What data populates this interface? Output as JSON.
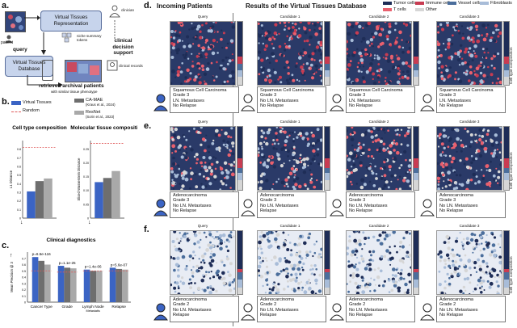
{
  "panels": {
    "a": "a.",
    "b": "b.",
    "c": "c.",
    "d": "d.",
    "e": "e.",
    "f": "f."
  },
  "panel_a": {
    "patient": "patient",
    "vt_representation": "Virtual Tissues Representation",
    "niche_tokens": "niche summary tokens",
    "clinician": "clinician",
    "clinical_decision_support": "clinical decision support",
    "query": "query",
    "vt_database": "Virtual Tissues Database",
    "clinical_records": "clinical records",
    "retrieved": "retrieved archival patients",
    "similar_phenotype": "with similar tissue phenotype"
  },
  "panel_b": {
    "legend": {
      "virtual_tissues": "Virtual Tissues",
      "random": "Random",
      "ca_mae": "CA-MAE",
      "ca_mae_ref": "(Kraus et al., 2024)",
      "resnet": "ResNet",
      "resnet_ref": "(Sorin et al., 2023)"
    },
    "colors": {
      "virtual_tissues": "#3b64c4",
      "ca_mae": "#6e6e6e",
      "resnet": "#a9a9a9",
      "random": "#e05a5a"
    }
  },
  "chart_data": [
    {
      "type": "bar",
      "title": "Cell type composition",
      "ylabel": "L1 Distance",
      "categories": [
        "Virtual Tissues",
        "CA-MAE",
        "ResNet"
      ],
      "values": [
        0.31,
        0.43,
        0.46
      ],
      "random_baseline": 0.82,
      "ylim": [
        0,
        0.9
      ],
      "yticks": [
        "0",
        "0.1",
        "0.2",
        "0.3",
        "0.4",
        "0.5",
        "0.6",
        "0.7",
        "0.8"
      ]
    },
    {
      "type": "bar",
      "title": "Molecular tissue composition",
      "ylabel": "Sliced Wasserstein Distance",
      "categories": [
        "Virtual Tissues",
        "CA-MAE",
        "ResNet"
      ],
      "values": [
        0.13,
        0.145,
        0.17
      ],
      "random_baseline": 0.27,
      "ylim": [
        0,
        0.28
      ],
      "yticks": [
        "0",
        "0.05",
        "0.10",
        "0.15",
        "0.20",
        "0.25"
      ]
    },
    {
      "type": "bar",
      "title": "Clinical diagnostics",
      "ylabel": "Mean Precision @ 3",
      "categories": [
        "Cancer Type",
        "Grade",
        "Lymph Node Metastatis",
        "Relapse"
      ],
      "series": [
        {
          "name": "Virtual Tissues",
          "values": [
            0.72,
            0.58,
            0.52,
            0.55
          ]
        },
        {
          "name": "CA-MAE",
          "values": [
            0.66,
            0.55,
            0.5,
            0.53
          ]
        },
        {
          "name": "ResNet",
          "values": [
            0.6,
            0.54,
            0.5,
            0.52
          ]
        }
      ],
      "random_baseline": [
        0.5,
        0.48,
        0.5,
        0.5
      ],
      "pvalues": [
        "p=6.5e-116",
        "p=1.1e-25",
        "p=1.4e-06",
        "p=5.6e-07"
      ],
      "ylim": [
        0,
        0.8
      ],
      "yticks": [
        "0",
        "0.1",
        "0.2",
        "0.3",
        "0.4",
        "0.5",
        "0.6",
        "0.7"
      ]
    }
  ],
  "header_d": {
    "incoming": "Incoming Patients",
    "results": "Results of the Virtual Tissues Database",
    "query": "Query",
    "cand1": "Candidate 1",
    "cand2": "Candidate 2",
    "cand3": "Candidate 3",
    "side": "Cell type composition"
  },
  "legend_d": [
    {
      "label": "Tumor cells",
      "color": "#1e2d57"
    },
    {
      "label": "Immune cells",
      "color": "#c83c52"
    },
    {
      "label": "Vessel cells",
      "color": "#4b6e9c"
    },
    {
      "label": "Fibroblasts",
      "color": "#a8bcd8"
    },
    {
      "label": "T cells",
      "color": "#e9606e"
    },
    {
      "label": "Other",
      "color": "#d6d6d6"
    }
  ],
  "rows": [
    {
      "query": [
        "Squamous Cell Carcinoma",
        "Grade 3",
        "LN. Metastases",
        "No Relapse"
      ],
      "c1": [
        "Squamous Cell Carcinoma",
        "Grade 3",
        "No LN. Metastases",
        "No Relapse"
      ],
      "c2": [
        "Squamous Cell Carcinoma",
        "Grade 3",
        "LN. Metastases",
        "No Relapse"
      ],
      "c3": [
        "Squamous Cell Carcinoma",
        "Grade 3",
        "LN. Metastases",
        "No Relapse"
      ]
    },
    {
      "query": [
        "Adenocarcinoma",
        "Grade 3",
        "No LN. Metastases",
        "No Relapse"
      ],
      "c1": [
        "Adenocarcinoma",
        "Grade 3",
        "No LN. Metastases",
        "Relapse"
      ],
      "c2": [
        "Adenocarcinoma",
        "Grade 3",
        "No LN. Metastases",
        "No Relapse"
      ],
      "c3": [
        "Adenocarcinoma",
        "Grade 3",
        "No LN. Metastases",
        "No Relapse"
      ]
    },
    {
      "query": [
        "Adenocarcinoma",
        "Grade 2",
        "No LN. Metastases",
        "Relapse"
      ],
      "c1": [
        "Adenocarcinoma",
        "Grade 2",
        "No LN. Metastases",
        "Relapse"
      ],
      "c2": [
        "Adenocarcinoma",
        "Grade 2",
        "No LN. Metastases",
        "No Relapse"
      ],
      "c3": [
        "Adenocarcinoma",
        "Grade 2",
        "No LN. Metastases",
        "No Relapse"
      ]
    }
  ]
}
